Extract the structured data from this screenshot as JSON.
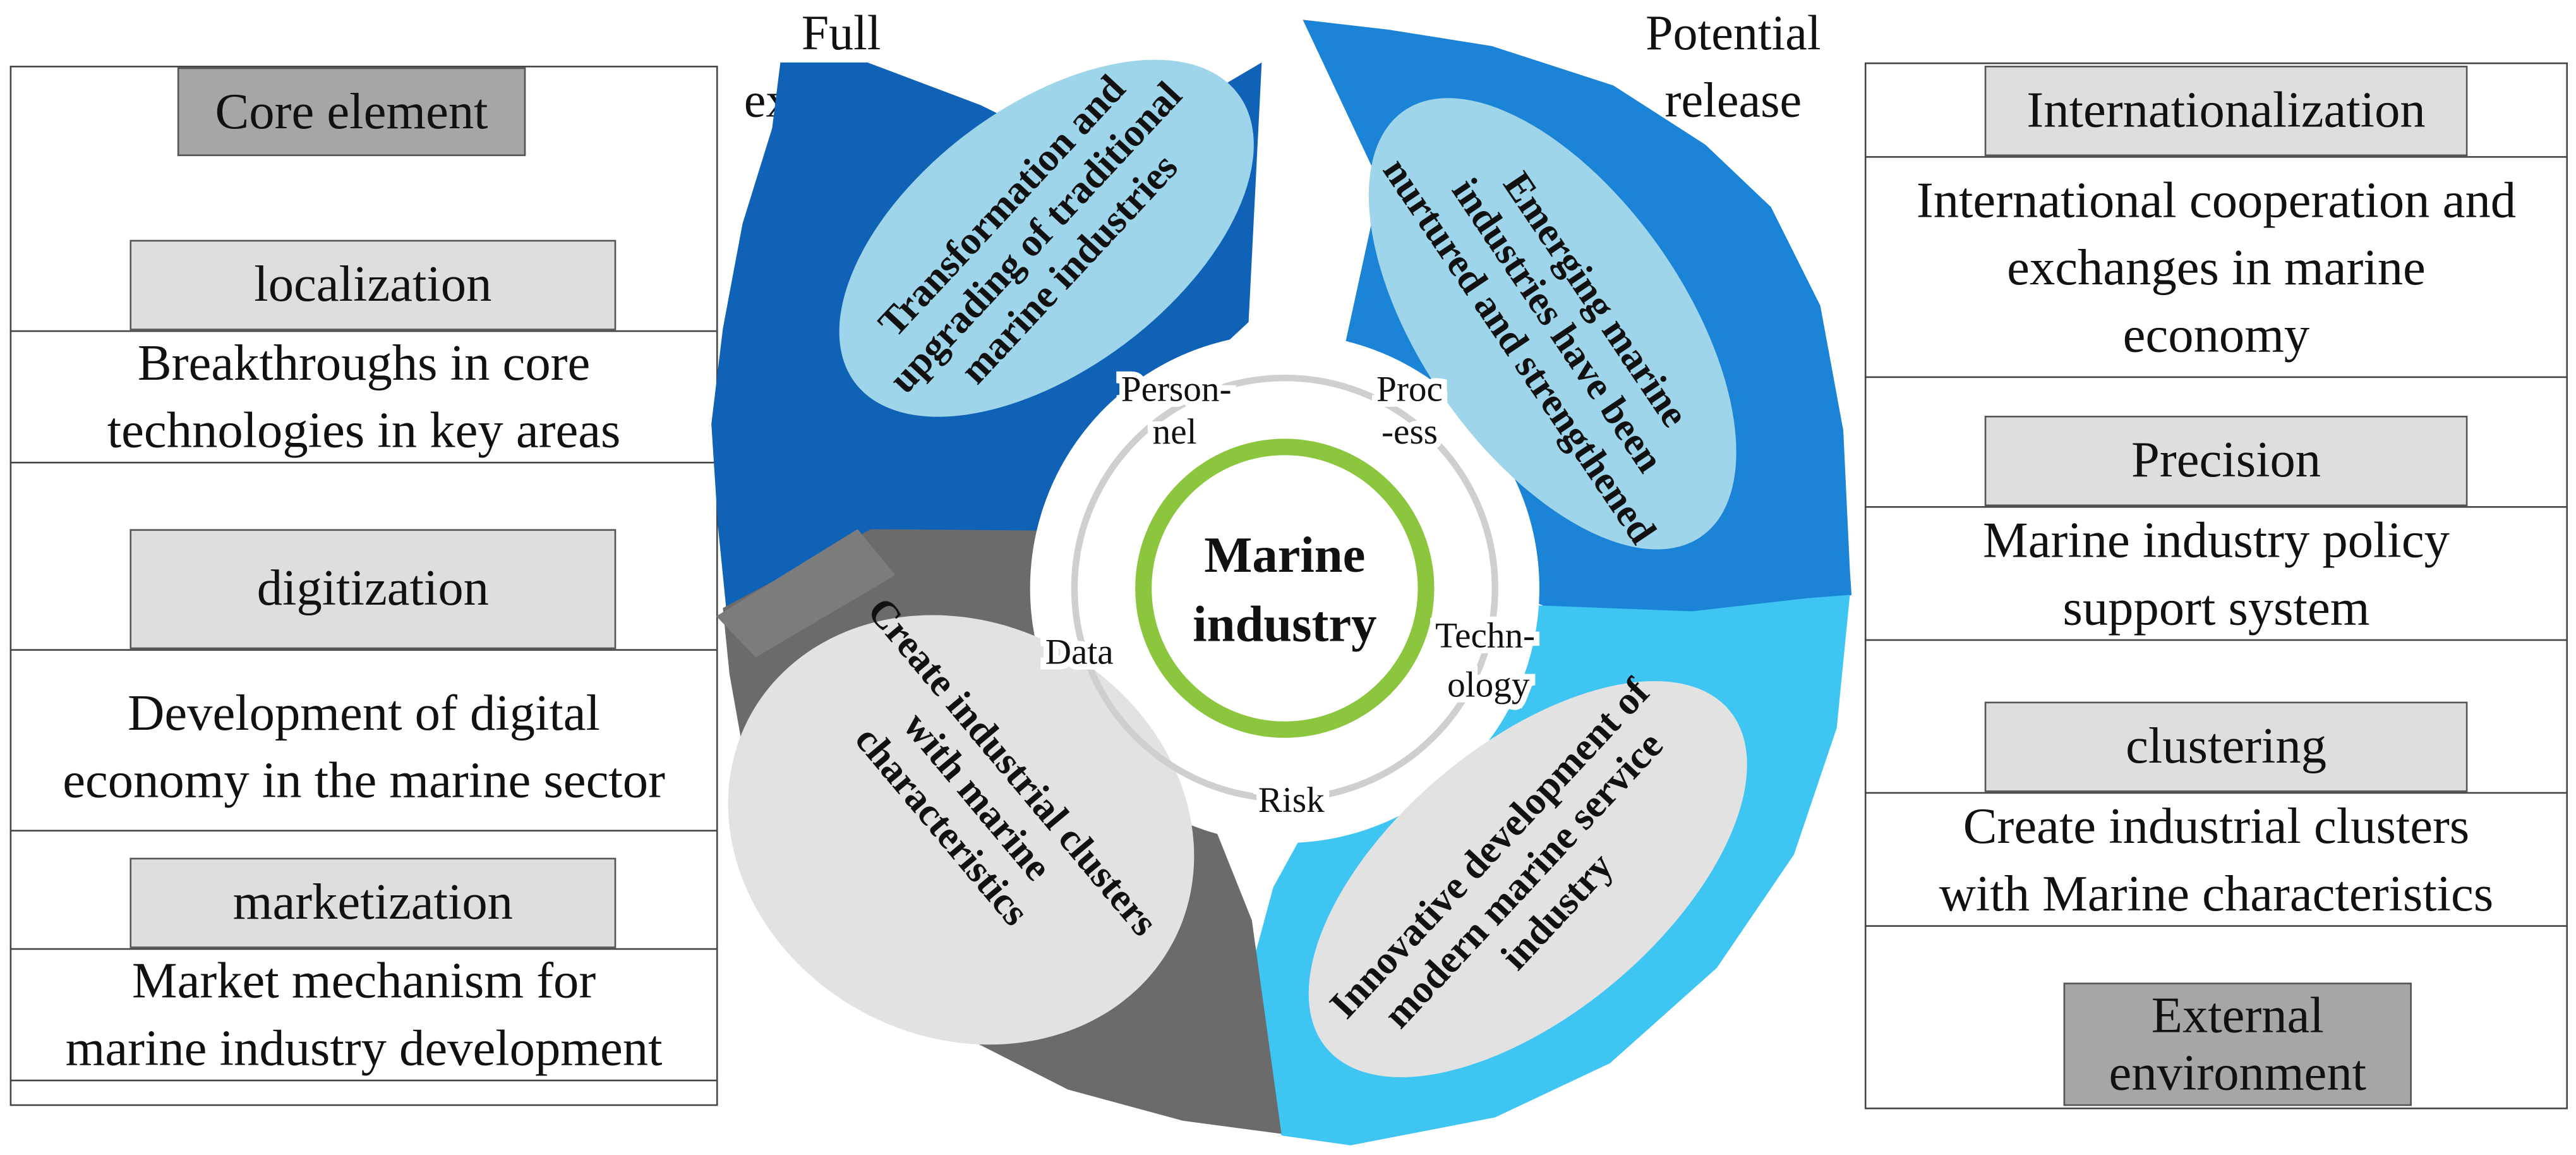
{
  "left_panel": {
    "header": "Core element",
    "sections": [
      {
        "tag": "localization",
        "lines": [
          "Breakthroughs in core",
          "technologies in key areas"
        ]
      },
      {
        "tag": "digitization",
        "lines": [
          "Development of digital",
          "economy in the marine sector"
        ]
      },
      {
        "tag": "marketization",
        "lines": [
          "Market mechanism for",
          "marine industry development"
        ]
      }
    ]
  },
  "right_panel": {
    "sections": [
      {
        "tag": "Internationalization",
        "lines": [
          "International cooperation and",
          "exchanges in marine",
          "economy"
        ]
      },
      {
        "tag": "Precision",
        "lines": [
          "Marine industry policy",
          "support system"
        ]
      },
      {
        "tag": "clustering",
        "lines": [
          "Create industrial clusters",
          "with Marine characteristics"
        ]
      }
    ],
    "footer": [
      "External",
      "environment"
    ]
  },
  "top_labels": {
    "left": [
      "Full",
      "excitation"
    ],
    "right": [
      "Potential",
      "release"
    ]
  },
  "center": {
    "title_lines": [
      "Marine",
      "industry"
    ],
    "factors": {
      "personnel": [
        "Person-",
        "nel"
      ],
      "process": [
        "Proc",
        "-ess"
      ],
      "technology": [
        "Techn-",
        "ology"
      ],
      "data": "Data",
      "risk": "Risk"
    }
  },
  "segments": {
    "top_left": [
      "Transformation and",
      "upgrading of traditional",
      "marine industries"
    ],
    "top_right": [
      "Emerging marine",
      "industries have been",
      "nurtured and strengthened"
    ],
    "bottom_right": [
      "Innovative development of",
      "modern marine service",
      "industry"
    ],
    "bottom_left": [
      "Create industrial clusters",
      "with marine",
      "characteristics"
    ]
  },
  "colors": {
    "dark_blue": "#0f62b6",
    "mid_blue": "#1b84d6",
    "light_blue": "#3ec5f2",
    "dark_gray": "#6b6b6b",
    "ellipse_blue": "#9ed5ea",
    "ellipse_gray": "#e2e2e2",
    "green_ring": "#8cc63f",
    "tag_light": "#dedede",
    "tag_dark": "#a6a6a6"
  }
}
